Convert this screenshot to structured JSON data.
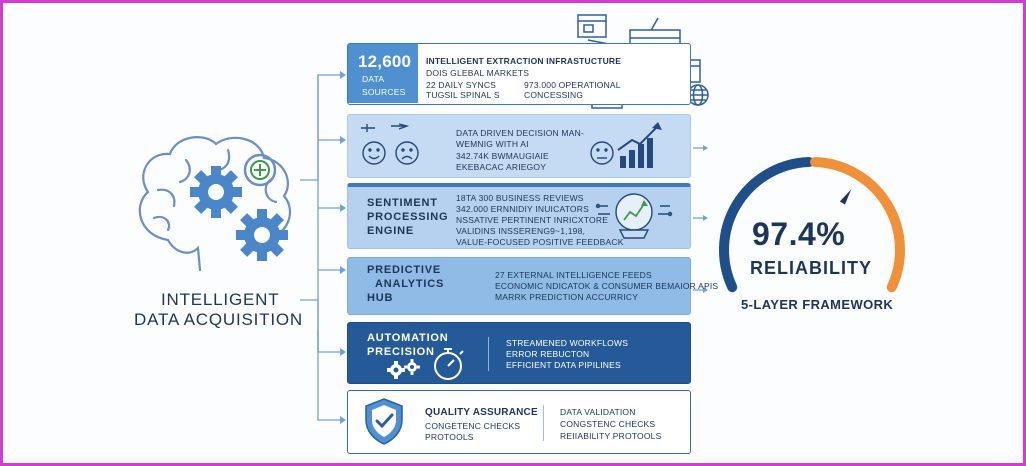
{
  "left": {
    "title_line1": "INTELLIGENT",
    "title_line2": "DATA ACQUISITION"
  },
  "layers": [
    {
      "stat": "12,600",
      "stat_line1": "DATA",
      "stat_line2": "SOURCES",
      "heading": "INTELLIGENT EXTRACTION INFRASTUCTURE",
      "sub": "DOIS GLEBAL MARKETS",
      "col1": [
        "22 DAILY SYNCS",
        "TUGSIL SPINAL S"
      ],
      "col2": [
        "973.000 OPERATIONAL",
        "CONCESSING"
      ]
    },
    {
      "lines": [
        "DATA DRIVEN DECISION MAN-",
        "WEMNIG WITH AI",
        "342.74K BWMAUGIAIE",
        "EKEBACAC ARIEGOY"
      ]
    },
    {
      "title": [
        "SENTIMENT",
        "PROCESSING",
        "ENGINE"
      ],
      "lines": [
        "18TA 300 BUSINESS REVIEWS",
        "342.000 ERNNIDIY INUICATORS",
        "NSSATIVE PERTINENT INRICXTORE",
        "VALIDINS INSSERENG9~1,198,",
        "VALUE-FOCUSED POSITIVE FEEDBACK"
      ]
    },
    {
      "title": [
        "PREDICTIVE",
        "ANALYTICS",
        "HUB"
      ],
      "lines": [
        "27 EXTERNAL INTELLIGENCE FEEDS",
        "ECONOMIC NDICATOK & CONSUMER BEMAIOR APIS",
        "MARRK PREDICTION ACCURRICY"
      ]
    },
    {
      "title": [
        "AUTOMATION",
        "PRECISION"
      ],
      "lines": [
        "STREAMENED WORKFLOWS",
        "ERROR REBUCTON",
        "EFFICIENT DATA PIPILINES"
      ]
    },
    {
      "title": "QUALITY ASSURANCE",
      "col1": [
        "CONGETENC CHECKS",
        "PROTOOLS"
      ],
      "col2": [
        "DATA VALIDATION",
        "CONGSTENC CHECKS",
        "REIIABILITY PROTOOLS"
      ]
    }
  ],
  "gauge": {
    "value": "97.4%",
    "label": "RELIABILITY",
    "level_percent": 97.4,
    "framework": "5-LAYER FRAMEWORK"
  },
  "colors": {
    "navy": "#1d3f6e",
    "blue": "#2f6db0",
    "mid": "#5b9bd5",
    "light": "#cfe2f6",
    "orange": "#f0913a",
    "brain": "#6b8fc4"
  },
  "icons": [
    "brain-icon",
    "gear-icon",
    "plus-icon",
    "browser-window-icon",
    "globe-icon",
    "happy-face-icon",
    "sad-face-icon",
    "neutral-face-icon",
    "growth-chart-icon",
    "crystal-ball-icon",
    "gears-icon",
    "stopwatch-icon",
    "shield-check-icon",
    "gauge-needle-icon"
  ]
}
